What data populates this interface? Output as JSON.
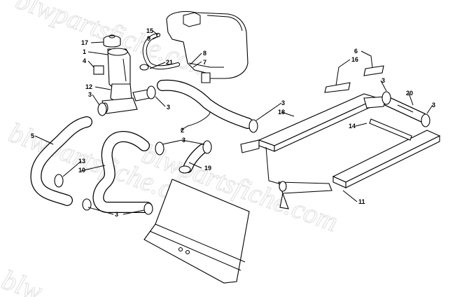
{
  "watermarks": [
    "blwpartsfiche.com",
    "blwpartsfiche.com",
    "blwpartsfiche.com",
    "blw"
  ],
  "callouts": [
    {
      "id": "c15",
      "text": "15"
    },
    {
      "id": "c9",
      "text": "9"
    },
    {
      "id": "c17",
      "text": "17"
    },
    {
      "id": "c1",
      "text": "1"
    },
    {
      "id": "c4",
      "text": "4"
    },
    {
      "id": "c8",
      "text": "8"
    },
    {
      "id": "c7",
      "text": "7"
    },
    {
      "id": "c21",
      "text": "21"
    },
    {
      "id": "c12",
      "text": "12"
    },
    {
      "id": "c3a",
      "text": "3"
    },
    {
      "id": "c3b",
      "text": "3"
    },
    {
      "id": "c6",
      "text": "6"
    },
    {
      "id": "c16",
      "text": "16"
    },
    {
      "id": "c3c",
      "text": "3"
    },
    {
      "id": "c20",
      "text": "20"
    },
    {
      "id": "c3d",
      "text": "3"
    },
    {
      "id": "c3e",
      "text": "3"
    },
    {
      "id": "c18",
      "text": "18"
    },
    {
      "id": "c14",
      "text": "14"
    },
    {
      "id": "c5",
      "text": "5"
    },
    {
      "id": "c2",
      "text": "2"
    },
    {
      "id": "c3f",
      "text": "3"
    },
    {
      "id": "c19",
      "text": "19"
    },
    {
      "id": "c13",
      "text": "13"
    },
    {
      "id": "c10",
      "text": "10"
    },
    {
      "id": "c3g",
      "text": "3"
    },
    {
      "id": "c11",
      "text": "11"
    }
  ],
  "colors": {
    "line": "#000000",
    "background": "#ffffff",
    "watermark": "#e4e4e4",
    "shade": "#888888"
  }
}
